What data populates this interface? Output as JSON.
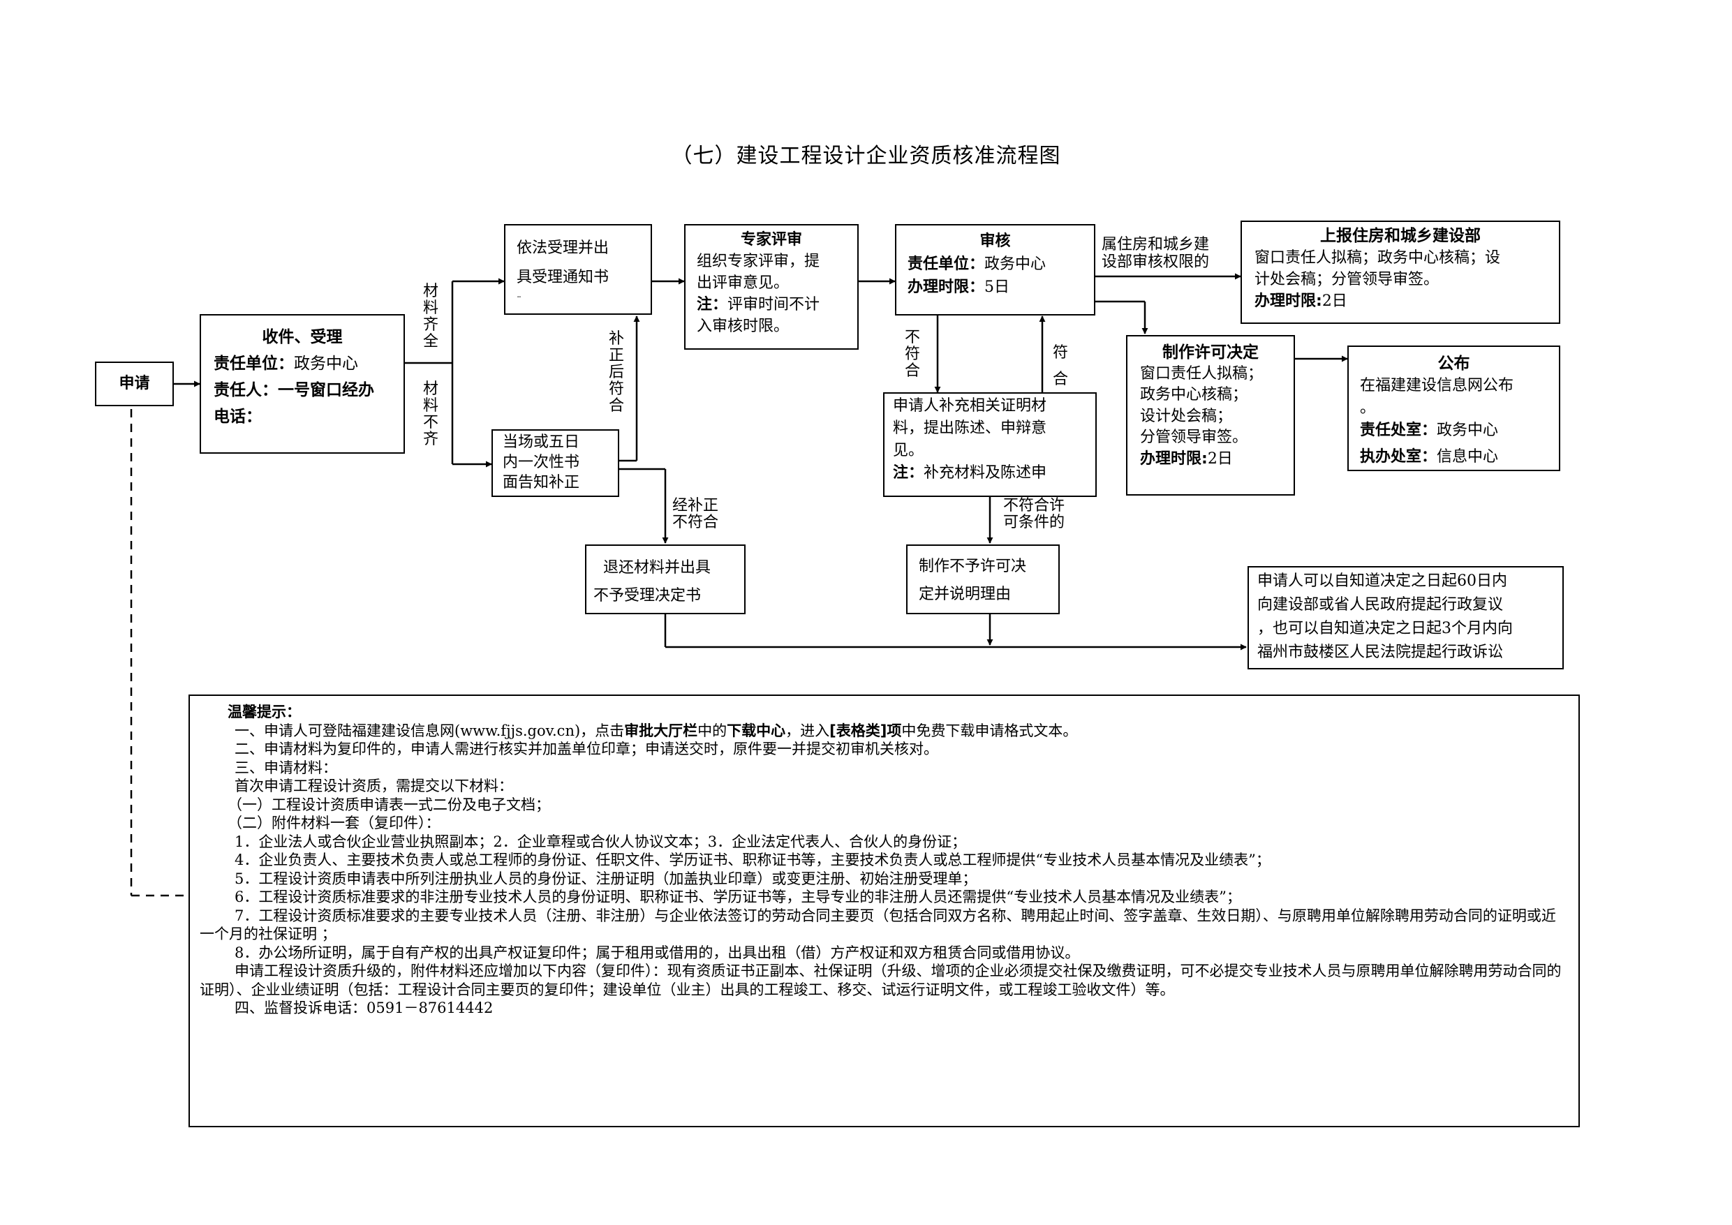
{
  "title": "（七）建设工程设计企业资质核准流程图",
  "nodes": {
    "apply": "申请",
    "receive": {
      "heading": "收件、受理",
      "unit_label": "责任单位：",
      "unit": "政务中心",
      "person_label": "责任人：",
      "person": "一号窗口经办",
      "phone_label": "电话："
    },
    "accept_notice": [
      "依法受理并出",
      "具受理通知书",
      "¨"
    ],
    "supplement_notice": [
      "当场或五日",
      "内一次性书",
      "面告知补正"
    ],
    "return_material": [
      "退还材料并出具",
      "不予受理决定书"
    ],
    "expert": {
      "heading": "专家评审",
      "lines": [
        "组织专家评审，提",
        "出评审意见。"
      ],
      "note_label": "注：",
      "note_lines": [
        "评审时间不计",
        "入审核时限。"
      ]
    },
    "review": {
      "heading": "审核",
      "unit_label": "责任单位：",
      "unit": "政务中心",
      "time_label": "办理时限：",
      "time": "5日"
    },
    "supplement_material": {
      "lines": [
        "申请人补充相关证明材",
        "料，提出陈述、申辩意",
        "见。"
      ],
      "note_label": "注：",
      "note": "补充材料及陈述申"
    },
    "deny_decision": [
      "制作不予许可决",
      "定并说明理由"
    ],
    "report_ministry": {
      "heading": "上报住房和城乡建设部",
      "lines": [
        "窗口责任人拟稿；政务中心核稿；设",
        "计处会稿；分管领导审签。"
      ],
      "time_label": "办理时限:",
      "time": "2日"
    },
    "permit_decision": {
      "heading": "制作许可决定",
      "lines": [
        "窗口责任人拟稿；",
        "政务中心核稿；",
        "设计处会稿；",
        "分管领导审签。"
      ],
      "time_label": "办理时限:",
      "time": "2日"
    },
    "publish": {
      "heading": "公布",
      "lines": [
        "在福建建设信息网公布",
        "。"
      ],
      "office_label": "责任处室：",
      "office": "政务中心",
      "handle_label": "执办处室：",
      "handle": "信息中心"
    },
    "appeal": [
      "申请人可以自知道决定之日起60日内",
      "向建设部或省人民政府提起行政复议",
      "，也可以自知道决定之日起3个月内向",
      "福州市鼓楼区人民法院提起行政诉讼"
    ]
  },
  "labels": {
    "complete": "材料齐全",
    "incomplete": "材料不齐",
    "after_fix_ok": "补正后符合",
    "after_fix_fail": [
      "经补正",
      "不符合"
    ],
    "not_meet": "不符合",
    "meet": "符合",
    "ministry_scope": [
      "属住房和城乡建",
      "设部审核权限的"
    ],
    "not_meet_permit": [
      "不符合许",
      "可条件的"
    ]
  },
  "tips": {
    "heading": "温馨提示：",
    "line1": {
      "a": "一、申请人可登陆福建建设信息网(www.fjjs.gov.cn)，点击",
      "b": "审批大厅栏",
      "c": "中的",
      "d": "下载中心",
      "e": "，进入",
      "f": "[表格类]项",
      "g": "中免费下载申请格式文本。"
    },
    "lines": [
      "二、申请材料为复印件的，申请人需进行核实并加盖单位印章；申请送交时，原件要一并提交初审机关核对。",
      "三、申请材料：",
      "首次申请工程设计资质，需提交以下材料：",
      "（一）工程设计资质申请表一式二份及电子文档；",
      "（二）附件材料一套（复印件）：",
      "1．企业法人或合伙企业营业执照副本；2．企业章程或合伙人协议文本；3．企业法定代表人、合伙人的身份证；",
      "4．企业负责人、主要技术负责人或总工程师的身份证、任职文件、学历证书、职称证书等，主要技术负责人或总工程师提供“专业技术人员基本情况及业绩表”；",
      "5．工程设计资质申请表中所列注册执业人员的身份证、注册证明（加盖执业印章）或变更注册、初始注册受理单；",
      "6．工程设计资质标准要求的非注册专业技术人员的身份证明、职称证书、学历证书等，主导专业的非注册人员还需提供“专业技术人员基本情况及业绩表”；",
      "7．工程设计资质标准要求的主要专业技术人员（注册、非注册）与企业依法签订的劳动合同主要页（包括合同双方名称、聘用起止时间、签字盖章、生效日期）、与原聘用单位解除聘用劳动合同的证明或近一个月的社保证明 ；",
      "8．办公场所证明，属于自有产权的出具产权证复印件；属于租用或借用的，出具出租（借）方产权证和双方租赁合同或借用协议。",
      "申请工程设计资质升级的，附件材料还应增加以下内容（复印件）：现有资质证书正副本、社保证明（升级、增项的企业必须提交社保及缴费证明，可不必提交专业技术人员与原聘用单位解除聘用劳动合同的证明）、企业业绩证明（包括：工程设计合同主要页的复印件；建设单位（业主）出具的工程竣工、移交、试运行证明文件，或工程竣工验收文件）等。",
      "四、监督投诉电话：0591－87614442"
    ]
  }
}
